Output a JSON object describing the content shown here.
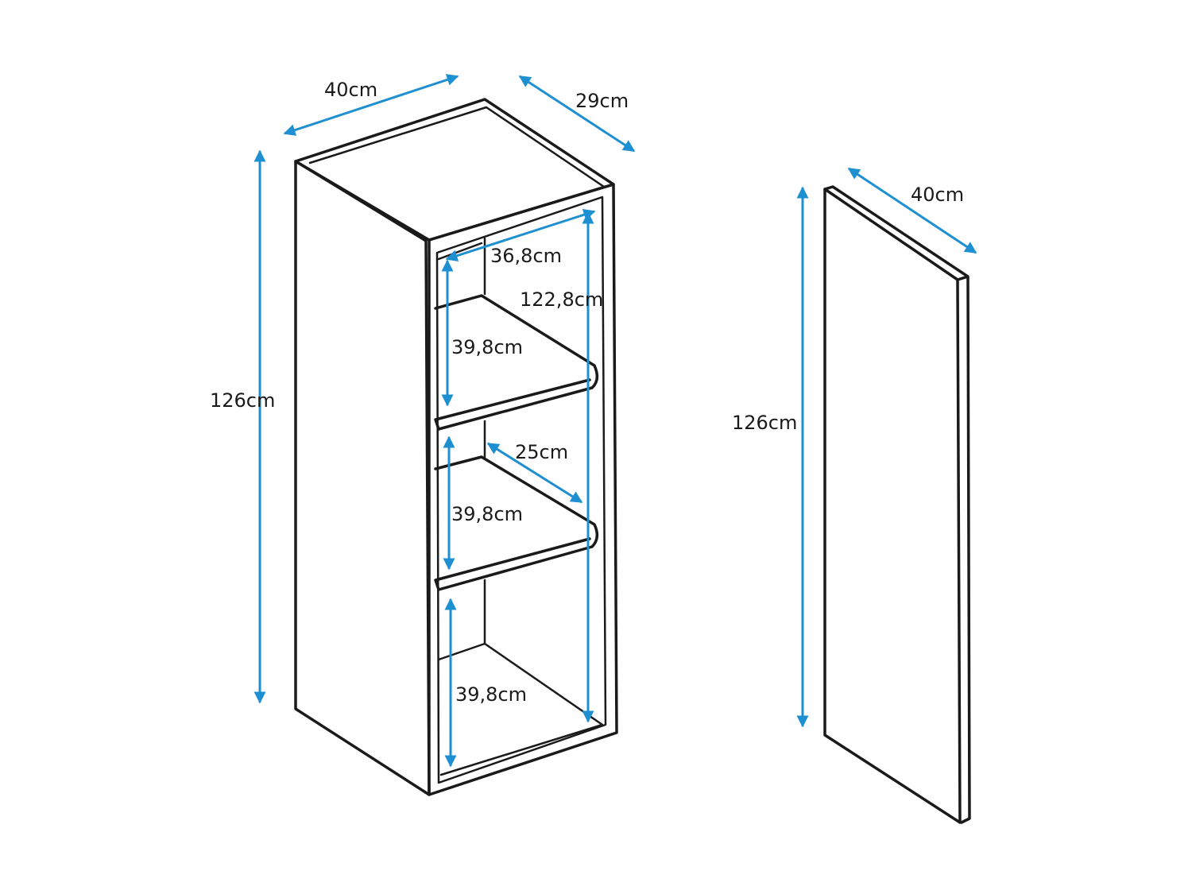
{
  "colors": {
    "dimension": "#1e8fd0",
    "outline": "#1a1a1a",
    "background": "#ffffff"
  },
  "cabinet": {
    "width": "40cm",
    "depth": "29cm",
    "height": "126cm",
    "inner_width": "36,8cm",
    "inner_height": "122,8cm",
    "shelf_depth": "25cm",
    "compartment_top": "39,8cm",
    "compartment_middle": "39,8cm",
    "compartment_bottom": "39,8cm"
  },
  "door_panel": {
    "width": "40cm",
    "height": "126cm"
  }
}
